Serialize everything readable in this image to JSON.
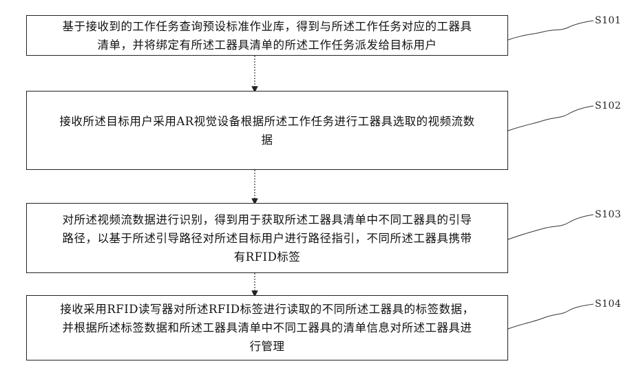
{
  "steps": [
    {
      "label": "S101",
      "lines": [
        "基于接收到的工作任务查询预设标准作业库，得到与所述工作任务对应的工器具",
        "清单，并将绑定有所述工器具清单的所述工作任务派发给目标用户"
      ]
    },
    {
      "label": "S102",
      "lines": [
        "接收所述目标用户采用AR视觉设备根据所述工作任务进行工器具选取的视频流数",
        "据"
      ]
    },
    {
      "label": "S103",
      "lines": [
        "对所述视频流数据进行识别，得到用于获取所述工器具清单中不同工器具的引导",
        "路径，以基于所述引导路径对所述目标用户进行路径指引，不同所述工器具携带",
        "有RFID标签"
      ]
    },
    {
      "label": "S104",
      "lines": [
        "接收采用RFID读写器对所述RFID标签进行读取的不同所述工器具的标签数据，",
        "并根据所述标签数据和所述工器具清单中不同工器具的清单信息对所述工器具进",
        "行管理"
      ]
    }
  ]
}
